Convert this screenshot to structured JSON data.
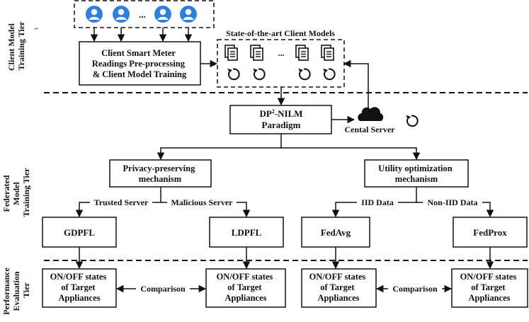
{
  "tiers": {
    "client": [
      "Client Model",
      "Training Tier"
    ],
    "federated": [
      "Federated",
      "Model",
      "Training Tier"
    ],
    "evaluation": [
      "Performance",
      "Evaluation",
      "Tier"
    ]
  },
  "clients": {
    "ellipsis": "...",
    "icon": "user-icon",
    "icon_color": "#2f7fe0"
  },
  "models": {
    "title": "State-of-the-art Client Models",
    "ellipsis": "...",
    "icon": "document-icon",
    "refresh_icon": "refresh-icon"
  },
  "preprocess": {
    "lines": [
      "Client Smart Meter",
      "Readings Pre-processing",
      "& Client Model Training"
    ]
  },
  "paradigm": {
    "name_prefix": "DP",
    "name_sup": "2",
    "name_suffix": "-NILM",
    "line2": "Paradigm"
  },
  "server": {
    "label": "Cental Server",
    "icon": "cloud-icon"
  },
  "privacy": {
    "lines": [
      "Privacy-preserving",
      "mechanism"
    ],
    "edge_left": "Trusted Server",
    "edge_right": "Malicious Server",
    "left": "GDPFL",
    "right": "LDPFL"
  },
  "utility": {
    "lines": [
      "Utility optimization",
      "mechanism"
    ],
    "edge_left": "IID Data",
    "edge_right": "Non-IID Data",
    "left": "FedAvg",
    "right": "FedProx"
  },
  "outputs": {
    "lines": [
      "ON/OFF states",
      "of Target",
      "Appliances"
    ],
    "comparison": "Comparison"
  }
}
